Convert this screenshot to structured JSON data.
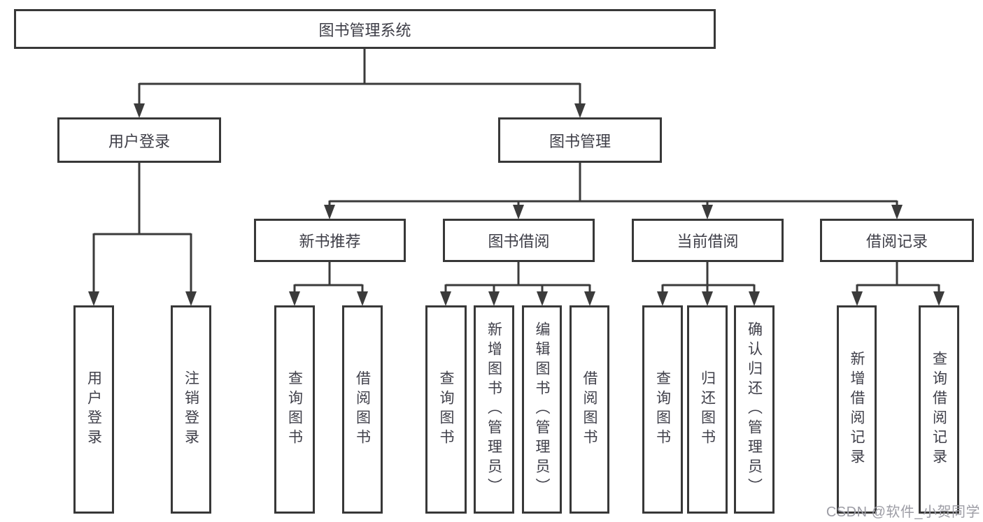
{
  "diagram_title": "图书管理系统",
  "nodes": {
    "root": {
      "label": "图书管理系统"
    },
    "user_login": {
      "label": "用户登录"
    },
    "book_mgmt": {
      "label": "图书管理"
    },
    "new_book_rec": {
      "label": "新书推荐"
    },
    "book_borrow": {
      "label": "图书借阅"
    },
    "current_borrow": {
      "label": "当前借阅"
    },
    "borrow_record": {
      "label": "借阅记录"
    },
    "ul_login": {
      "label": "用户登录"
    },
    "ul_logout": {
      "label": "注销登录"
    },
    "nb_query": {
      "label": "查询图书"
    },
    "nb_borrow": {
      "label": "借阅图书"
    },
    "bb_query": {
      "label": "查询图书"
    },
    "bb_add": {
      "label": "新增图书（管理员）"
    },
    "bb_edit": {
      "label": "编辑图书（管理员）"
    },
    "bb_borrow": {
      "label": "借阅图书"
    },
    "cb_query": {
      "label": "查询图书"
    },
    "cb_return": {
      "label": "归还图书"
    },
    "cb_confirm": {
      "label": "确认归还（管理员）"
    },
    "br_add": {
      "label": "新增借阅记录"
    },
    "br_query": {
      "label": "查询借阅记录"
    }
  },
  "hierarchy": {
    "图书管理系统": {
      "用户登录": [
        "用户登录",
        "注销登录"
      ],
      "图书管理": {
        "新书推荐": [
          "查询图书",
          "借阅图书"
        ],
        "图书借阅": [
          "查询图书",
          "新增图书（管理员）",
          "编辑图书（管理员）",
          "借阅图书"
        ],
        "当前借阅": [
          "查询图书",
          "归还图书",
          "确认归还（管理员）"
        ],
        "借阅记录": [
          "新增借阅记录",
          "查询借阅记录"
        ]
      }
    }
  },
  "watermark": {
    "text": "CSDN @软件_小贺同学"
  },
  "colors": {
    "background": "#ffffff",
    "line": "#3b3b3b",
    "box_border": "#383838",
    "box_text": "#3e3e47",
    "watermark": "#9d9da5"
  }
}
